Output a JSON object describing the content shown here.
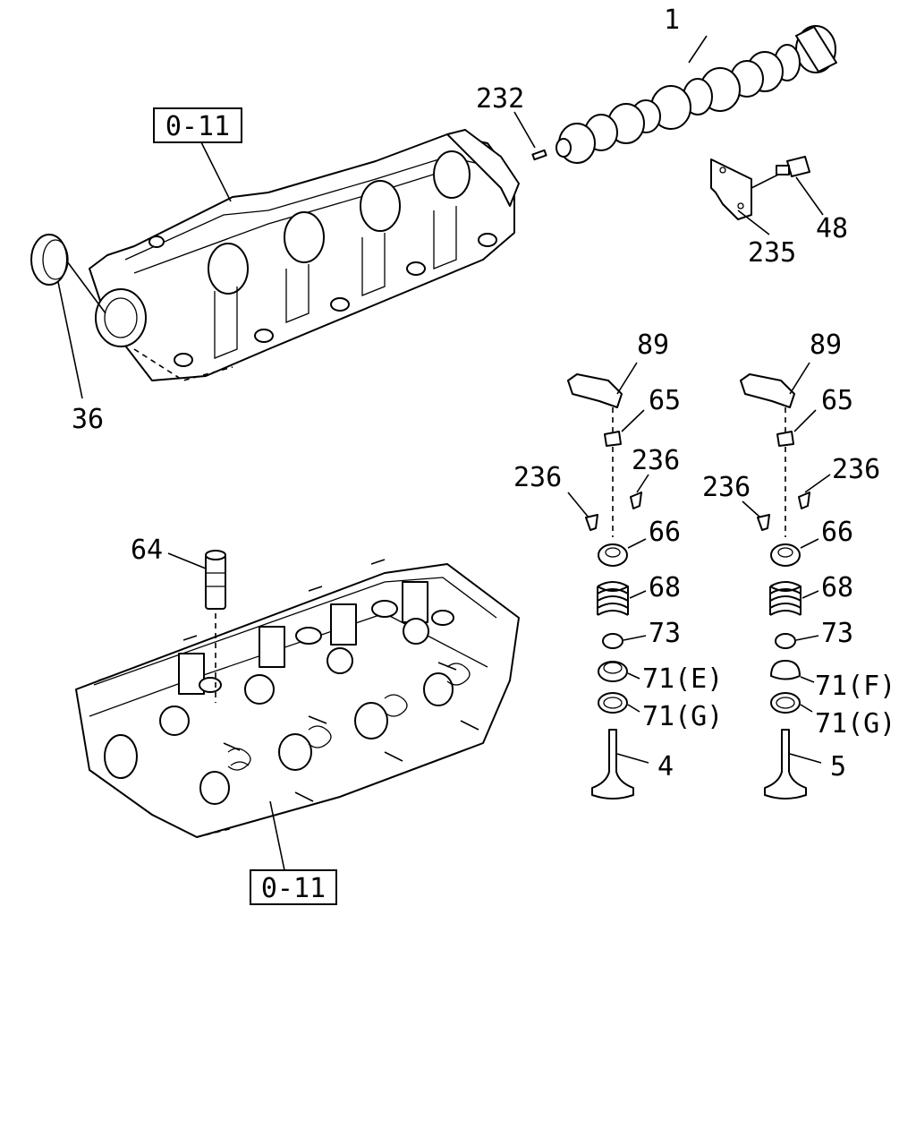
{
  "callouts": {
    "camshaft": "1",
    "pin": "232",
    "ref_upper": "0-11",
    "bracket": "235",
    "bolt": "48",
    "oil_seal": "36",
    "rocker_left": "89",
    "rocker_right": "89",
    "cap_left": "65",
    "cap_right": "65",
    "keeper_left_a": "236",
    "keeper_left_b": "236",
    "keeper_right_a": "236",
    "keeper_right_b": "236",
    "retainer_left": "66",
    "retainer_right": "66",
    "spring_left": "68",
    "spring_right": "68",
    "stem_seal_left": "73",
    "stem_seal_right": "73",
    "seat_left": "71(E)",
    "seat_right": "71(F)",
    "washer_left": "71(G)",
    "washer_right": "71(G)",
    "lash_adjuster": "64",
    "intake_valve": "4",
    "exhaust_valve": "5",
    "ref_lower": "0-11"
  }
}
